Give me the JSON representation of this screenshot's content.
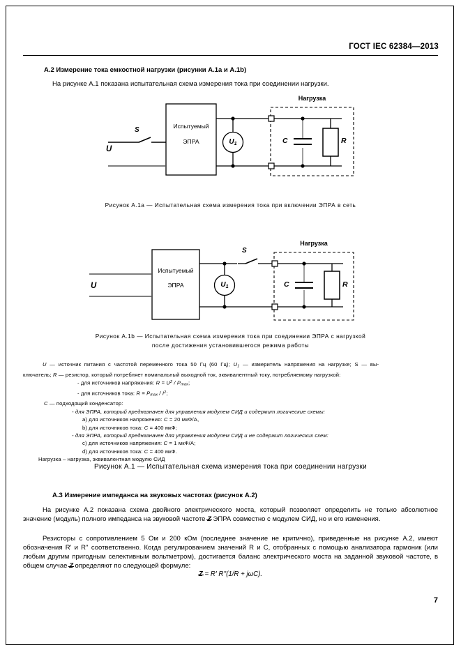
{
  "header": {
    "standard_title": "ГОСТ IEC 62384—2013"
  },
  "page_number": "7",
  "sections": {
    "a2": {
      "heading": "A.2 Измерение тока емкостной нагрузки (рисунки A.1a и A.1b)",
      "intro": "На рисунке A.1 показана испытательная схема измерения тока при соединении нагрузки."
    },
    "a3": {
      "heading": "A.3 Измерение импеданса на звуковых частотах (рисунок A.2)",
      "para1_pre": "На рисунке A.2 показана схема двойного электрического моста, который позволяет определить не только абсолютное значение (модуль) полного импеданса на звуковой частоте ",
      "para1_zed": "Z",
      "para1_post": " ЭПРА совместно с модулем СИД, но и его изменения.",
      "para2_pre": "Резисторы с сопротивлением 5 Ом и 200 кОм (последнее значение не критично), приведенные на рисунке A.2, имеют обозначения R' и R'' соответственно. Когда регулированием значений R и C, отобранных с помощью анализатора гармоник (или любым другим пригодным селективным вольтметром), достигается баланс электрического моста на заданной звуковой частоте, в общем случае ",
      "para2_zed": "Z",
      "para2_post": " определяют по следующей формуле:",
      "formula_zed": "Z",
      "formula_rest": " = R' R''(1/R + jωC)."
    }
  },
  "figures": {
    "fig_a1a": {
      "label_u": "U",
      "label_s": "S",
      "device_line1": "Испытуемый",
      "device_line2": "ЭПРА",
      "meter": "U",
      "meter_sub": "1",
      "label_c": "C",
      "label_r": "R",
      "load_title": "Нагрузка",
      "caption": "Рисунок A.1a  —  Испытательная схема измерения тока при включении ЭПРА в сеть"
    },
    "fig_a1b": {
      "label_u": "U",
      "label_s": "S",
      "device_line1": "Испытуемый",
      "device_line2": "ЭПРА",
      "meter": "U",
      "meter_sub": "1",
      "label_c": "C",
      "label_r": "R",
      "load_title": "Нагрузка",
      "caption_line1": "Рисунок A.1b  —  Испытательная схема измерения тока при соединении ЭПРА с нагрузкой",
      "caption_line2": "после достижения установившегося режима работы"
    },
    "fig_a1_caption": "Рисунок A.1 — Испытательная схема измерения тока при соединении нагрузки"
  },
  "legend": {
    "line1_a": "U",
    "line1_b": " — источник питания с частотой переменного тока 50 Гц (60 Гц); ",
    "line1_c": "U",
    "line1_c_sub": "1",
    "line1_d": " — измеритель напряжения на нагрузке; S — вы-",
    "line2_a": "ключатель; ",
    "line2_b": "R",
    "line2_c": " — резистор, который потребляет номинальный выходной ток, эквивалентный току, потребляемому нагрузкой:",
    "line3_pre": "- для источников напряжения: ",
    "line3_formula": "R = U",
    "line3_sup": "2",
    "line3_formula2": " / P",
    "line3_sub": "max",
    "line3_end": ";",
    "line4_pre": "- для источников тока: ",
    "line4_formula": "R = P",
    "line4_sub": "max",
    "line4_formula2": " / I",
    "line4_sup": "2",
    "line4_end": ";",
    "line5_a": "C",
    "line5_b": " — подходящий конденсатор:",
    "line6": "- для ЭПРА, который предназначен для управления модулем СИД и содержит логические схемы:",
    "line7_pre": "a) для источников напряжения: ",
    "line7_c": "C",
    "line7_val": " = 20 мкФ/A,",
    "line8_pre": "b) для источников тока: ",
    "line8_c": "C",
    "line8_val": " = 400 мкФ;",
    "line9": "- для ЭПРА, который предназначен для управления модулем СИД и не содержит логических схем:",
    "line10_pre": "c) для источников напряжения: ",
    "line10_c": "C",
    "line10_val": " = 1 мкФ/A;",
    "line11_pre": "d) для источников тока: ",
    "line11_c": "C",
    "line11_val": " = 400 мкФ.",
    "line12": "Нагрузка – нагрузка, эквивалентная модулю СИД"
  }
}
